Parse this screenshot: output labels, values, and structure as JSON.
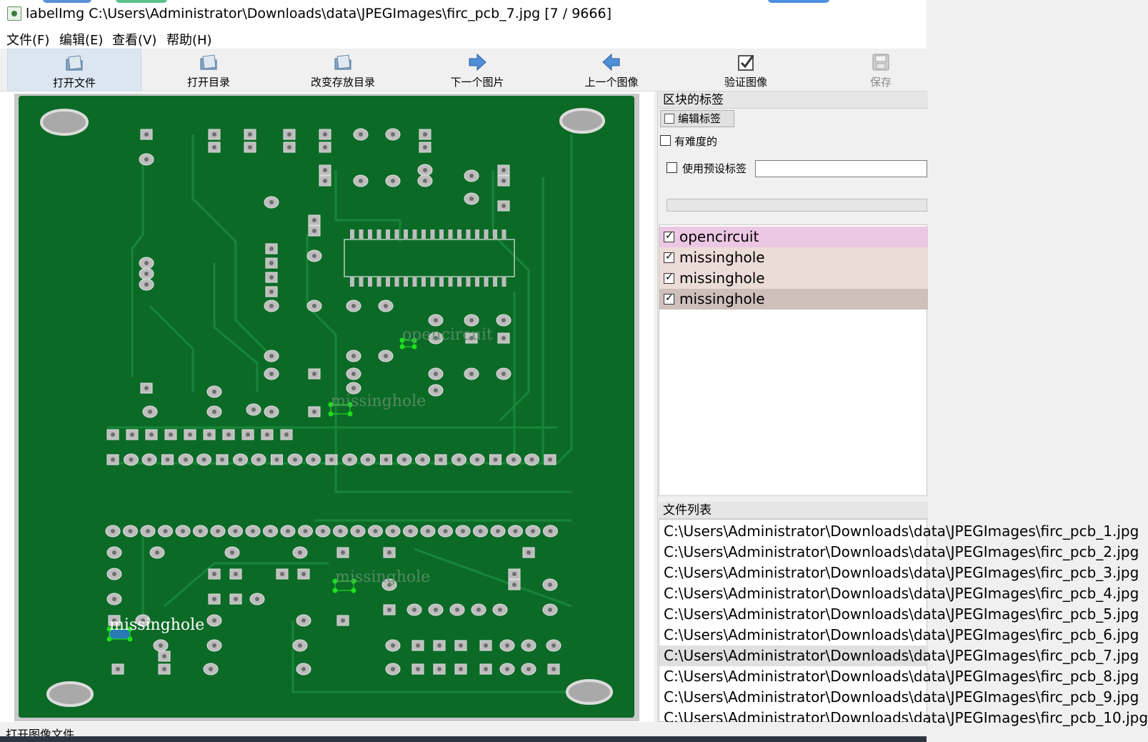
{
  "window": {
    "title": "labelImg C:\\Users\\Administrator\\Downloads\\data\\JPEGImages\\firc_pcb_7.jpg [7 / 9666]"
  },
  "menu": [
    "文件(F)",
    "编辑(E)",
    "查看(V)",
    "帮助(H)"
  ],
  "toolbar": [
    {
      "label": "打开文件",
      "icon": "open-file-icon",
      "active": true
    },
    {
      "label": "打开目录",
      "icon": "open-dir-icon"
    },
    {
      "label": "改变存放目录",
      "icon": "change-save-dir-icon"
    },
    {
      "label": "下一个图片",
      "icon": "next-image-icon"
    },
    {
      "label": "上一个图像",
      "icon": "prev-image-icon"
    },
    {
      "label": "验证图像",
      "icon": "verify-image-icon"
    },
    {
      "label": "保存",
      "icon": "save-icon",
      "disabled": true
    }
  ],
  "canvas": {
    "annotations": [
      "opencircuit",
      "missinghole",
      "missinghole",
      "missinghole"
    ]
  },
  "dock": {
    "labels_title": "区块的标签",
    "edit_label_button": "编辑标签",
    "difficult_label": "有难度的",
    "use_default_label": "使用预设标签",
    "default_label_value": "",
    "labels": [
      {
        "text": "opencircuit",
        "checked": true,
        "color": "#ebc7e3"
      },
      {
        "text": "missinghole",
        "checked": true,
        "color": "#ecdcd8"
      },
      {
        "text": "missinghole",
        "checked": true,
        "color": "#ecdcd8"
      },
      {
        "text": "missinghole",
        "checked": true,
        "color": "#cebfbb"
      }
    ],
    "file_list_title": "文件列表",
    "files": [
      "C:\\Users\\Administrator\\Downloads\\data\\JPEGImages\\firc_pcb_1.jpg",
      "C:\\Users\\Administrator\\Downloads\\data\\JPEGImages\\firc_pcb_2.jpg",
      "C:\\Users\\Administrator\\Downloads\\data\\JPEGImages\\firc_pcb_3.jpg",
      "C:\\Users\\Administrator\\Downloads\\data\\JPEGImages\\firc_pcb_4.jpg",
      "C:\\Users\\Administrator\\Downloads\\data\\JPEGImages\\firc_pcb_5.jpg",
      "C:\\Users\\Administrator\\Downloads\\data\\JPEGImages\\firc_pcb_6.jpg",
      "C:\\Users\\Administrator\\Downloads\\data\\JPEGImages\\firc_pcb_7.jpg",
      "C:\\Users\\Administrator\\Downloads\\data\\JPEGImages\\firc_pcb_8.jpg",
      "C:\\Users\\Administrator\\Downloads\\data\\JPEGImages\\firc_pcb_9.jpg",
      "C:\\Users\\Administrator\\Downloads\\data\\JPEGImages\\firc_pcb_10.jpg"
    ],
    "selected_file_index": 6
  },
  "status": "打开图像文件"
}
